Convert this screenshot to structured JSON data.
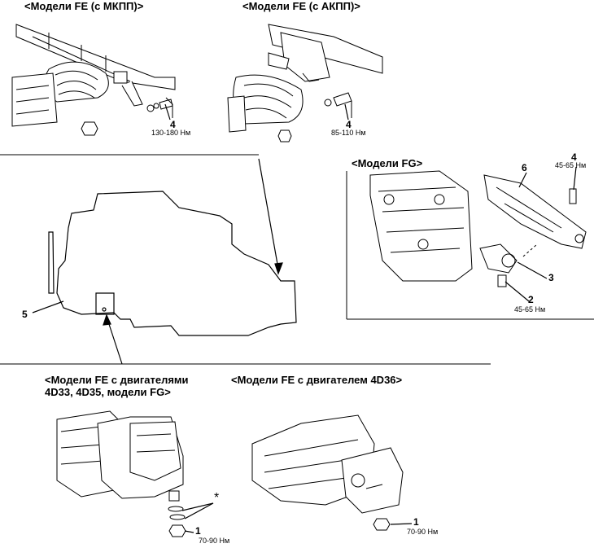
{
  "titles": {
    "fe_mt": "<Модели FE (с МКПП)>",
    "fe_at": "<Модели FE (с АКПП)>",
    "fg": "<Модели FG>",
    "fe_4d33_line1": "<Модели FE с двигателями",
    "fe_4d33_line2": "4D33, 4D35, модели FG>",
    "fe_4d36": "<Модели FE с двигателем 4D36>"
  },
  "callouts": {
    "fe_mt_bolt": {
      "num": "4",
      "torque": "130-180 Нм"
    },
    "fe_at_bolt": {
      "num": "4",
      "torque": "85-110 Нм"
    },
    "fg_bolt_top": {
      "num": "4",
      "torque": "45-65 Нм"
    },
    "fg_crossmember": {
      "num": "6"
    },
    "fg_insulator": {
      "num": "3"
    },
    "fg_bolt_bottom": {
      "num": "2",
      "torque": "45-65 Нм"
    },
    "engine_outline": {
      "num": "5"
    },
    "fe_4d33_nut": {
      "num": "1",
      "torque": "70-90 Нм"
    },
    "fe_4d33_washers": {
      "mark": "*"
    },
    "fe_4d36_nut": {
      "num": "1",
      "torque": "70-90 Нм"
    }
  }
}
